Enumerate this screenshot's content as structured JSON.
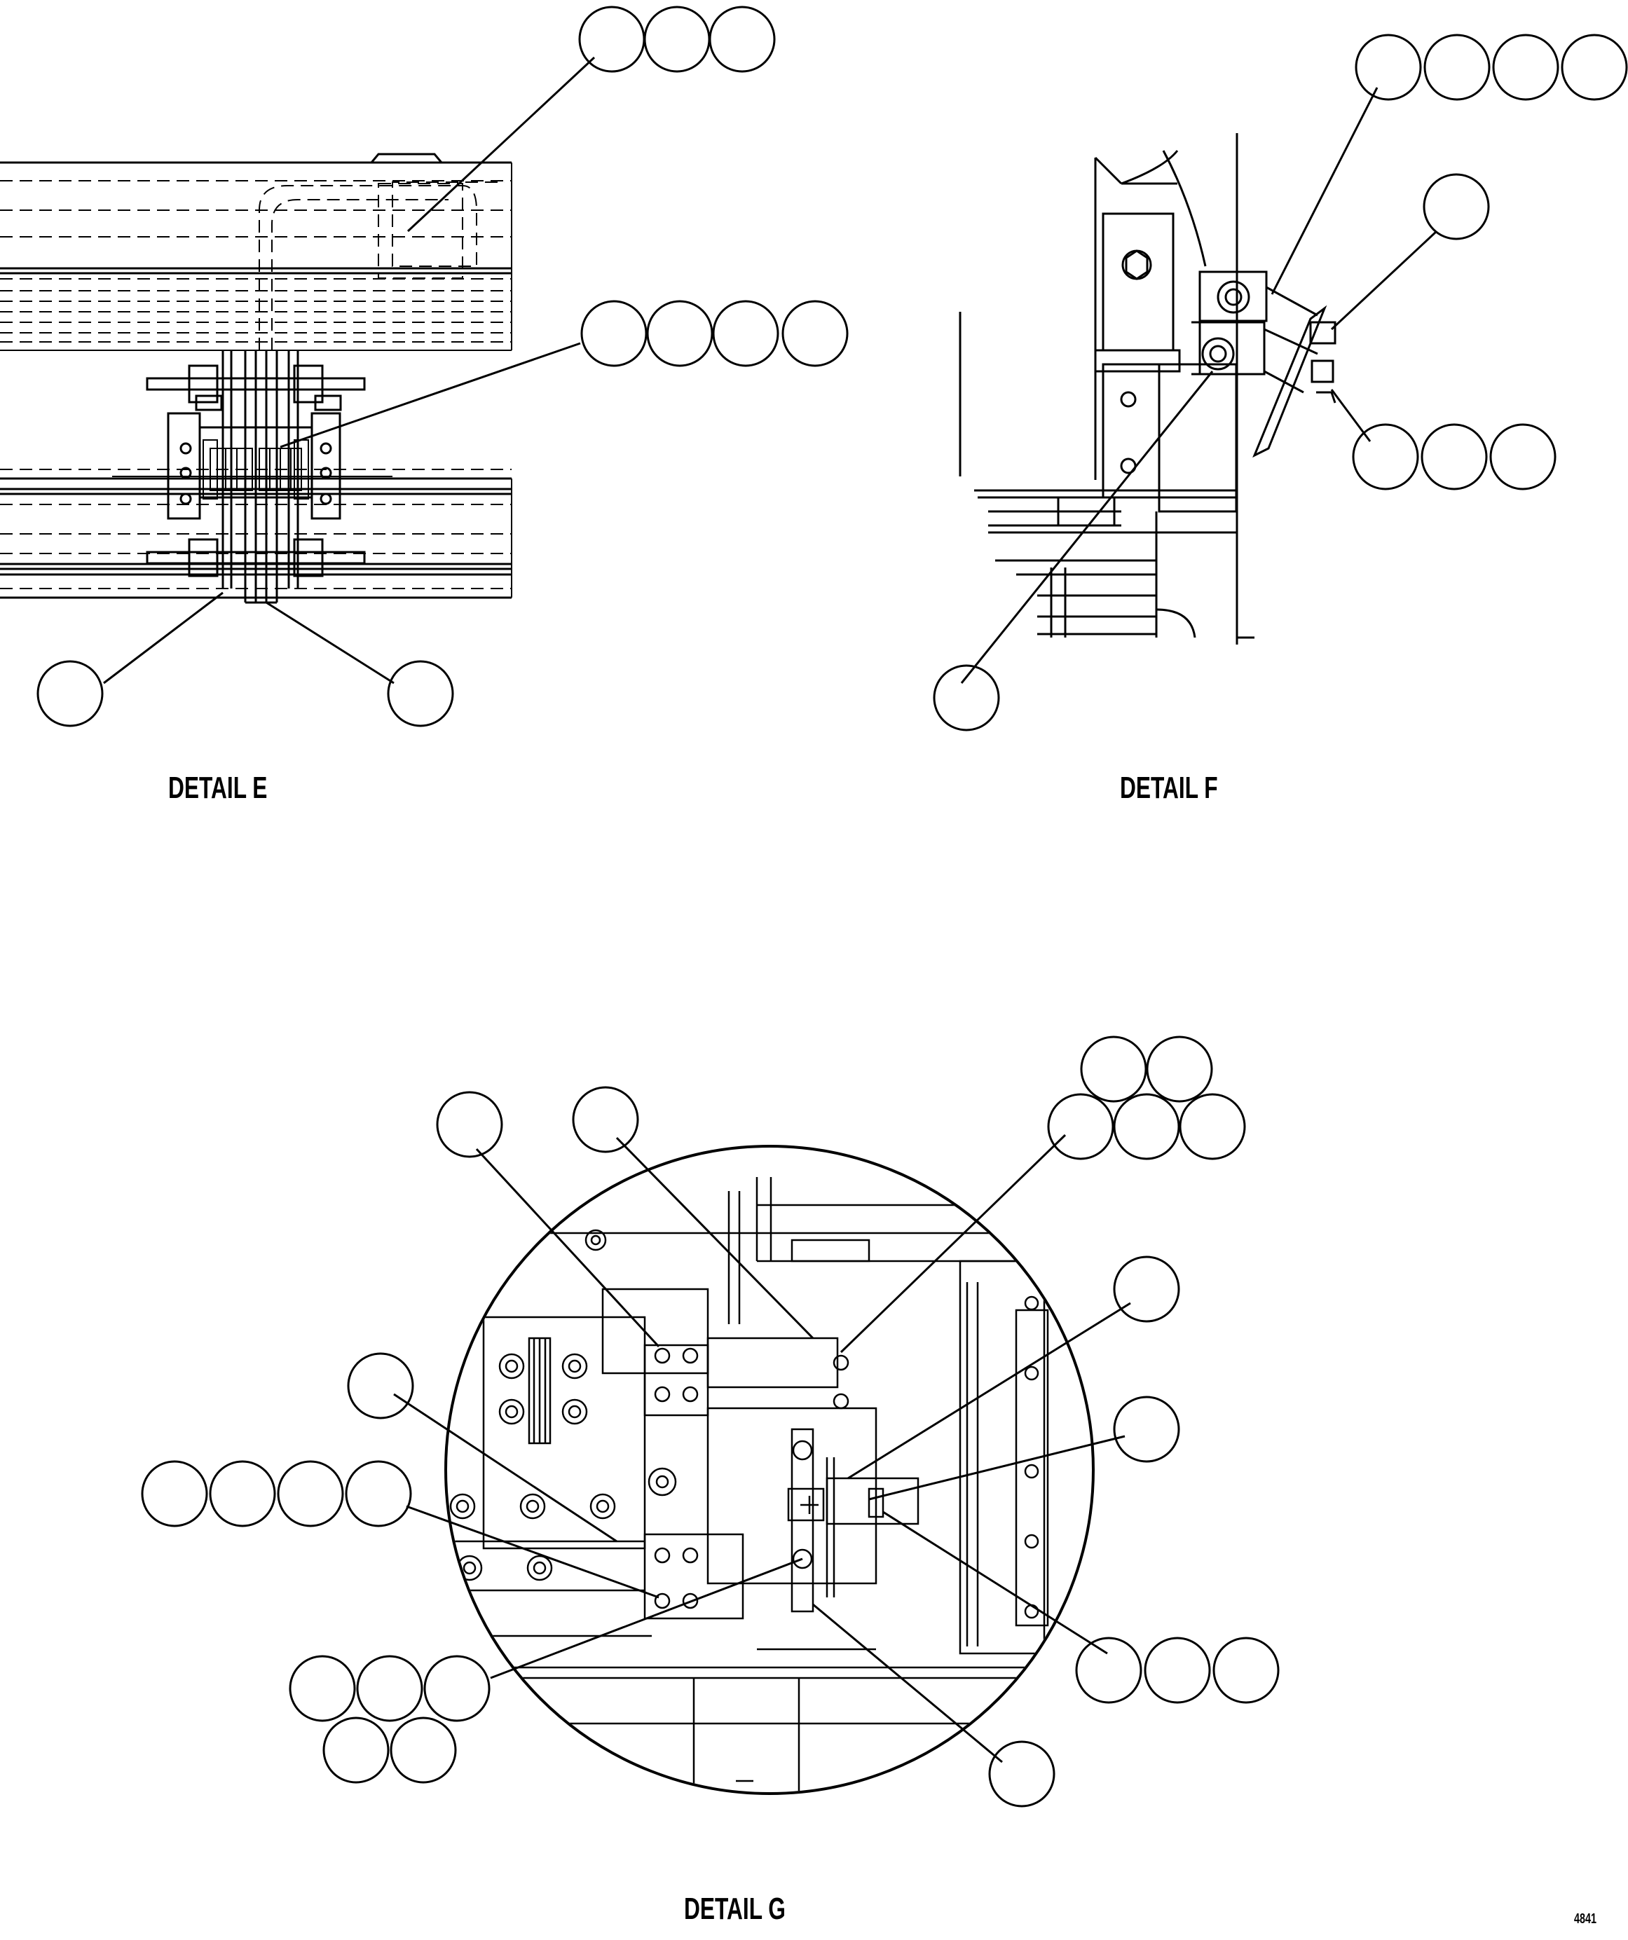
{
  "details": {
    "e": {
      "title": "DETAIL E"
    },
    "f": {
      "title": "DETAIL F"
    },
    "g": {
      "title": "DETAIL G"
    }
  },
  "sheet_id": "4841",
  "colors": {
    "ink": "#000000",
    "paper": "#ffffff"
  }
}
